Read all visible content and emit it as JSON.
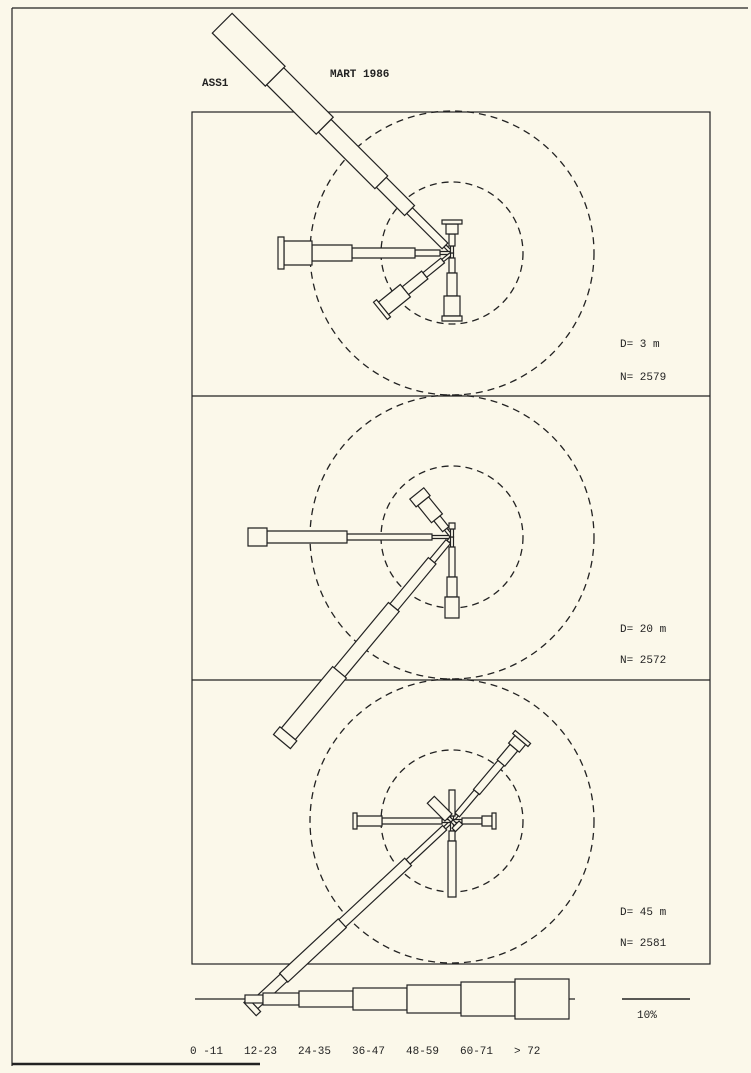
{
  "header": {
    "station": "ASS1",
    "date": "MART 1986"
  },
  "panels": [
    {
      "depth_label": "D= 3 m",
      "count_label": "N= 2579"
    },
    {
      "depth_label": "D= 20 m",
      "count_label": "N= 2572"
    },
    {
      "depth_label": "D= 45 m",
      "count_label": "N= 2581"
    }
  ],
  "legend": {
    "classes": [
      "0 -11",
      "12-23",
      "24-35",
      "36-47",
      "48-59",
      "60-71",
      "> 72"
    ],
    "scale_label": "10%"
  },
  "colors": {
    "paper": "#fbf8ea",
    "ink": "#222222"
  }
}
